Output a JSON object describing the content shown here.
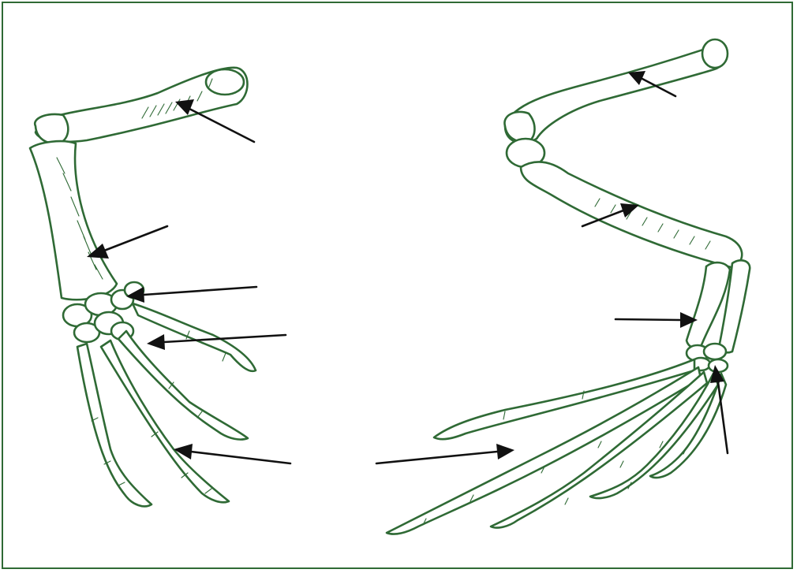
{
  "diagram": {
    "colors": {
      "bone_outline": "#2f6a35",
      "arrow": "#111111",
      "frame": "#2f6a35",
      "background": "#ffffff"
    },
    "parts": [
      {
        "id": "forelimb",
        "label": ""
      },
      {
        "id": "hindlimb",
        "label": ""
      }
    ],
    "arrows_count": 10
  }
}
